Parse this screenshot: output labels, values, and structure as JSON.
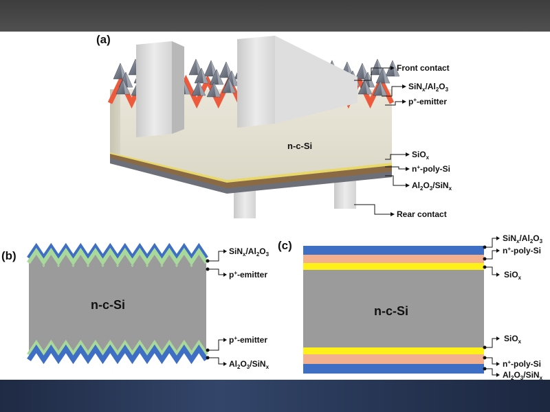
{
  "panels": {
    "a": {
      "tag": "(a)",
      "bulk": "n-c-Si",
      "labels": {
        "front_contact": "Front contact",
        "top_passivation": {
          "a": "SiN",
          "b": "x",
          "c": "/Al",
          "d": "2",
          "e": "O",
          "f": "3"
        },
        "emitter": {
          "a": "p",
          "b": "+",
          "c": "-emitter"
        },
        "siox": {
          "a": "SiO",
          "b": "x"
        },
        "poly": {
          "a": "n",
          "b": "+",
          "c": "-poly-Si"
        },
        "rear_passivation": {
          "a": "Al",
          "b": "2",
          "c": "O",
          "d": "3",
          "e": "/SiN",
          "f": "x"
        },
        "rear_contact": "Rear contact"
      }
    },
    "b": {
      "tag": "(b)",
      "bulk": "n-c-Si",
      "labels": {
        "top_passivation": {
          "a": "SiN",
          "b": "x",
          "c": "/Al",
          "d": "2",
          "e": "O",
          "f": "3"
        },
        "top_emitter": {
          "a": "p",
          "b": "+",
          "c": "-emitter"
        },
        "bottom_emitter": {
          "a": "p",
          "b": "+",
          "c": "-emitter"
        },
        "rear_passivation": {
          "a": "Al",
          "b": "2",
          "c": "O",
          "d": "3",
          "e": "/SiN",
          "f": "x"
        }
      }
    },
    "c": {
      "tag": "(c)",
      "bulk": "n-c-Si",
      "labels": {
        "top_passivation": {
          "a": "SiN",
          "b": "x",
          "c": "/Al",
          "d": "2",
          "e": "O",
          "f": "3"
        },
        "top_poly": {
          "a": "n",
          "b": "+",
          "c": "-poly-Si"
        },
        "top_siox": {
          "a": "SiO",
          "b": "x"
        },
        "bottom_siox": {
          "a": "SiO",
          "b": "x"
        },
        "bottom_poly": {
          "a": "n",
          "b": "+",
          "c": "-poly-Si"
        },
        "rear_passivation": {
          "a": "Al",
          "b": "2",
          "c": "O",
          "d": "3",
          "e": "/SiN",
          "f": "x"
        }
      }
    }
  }
}
